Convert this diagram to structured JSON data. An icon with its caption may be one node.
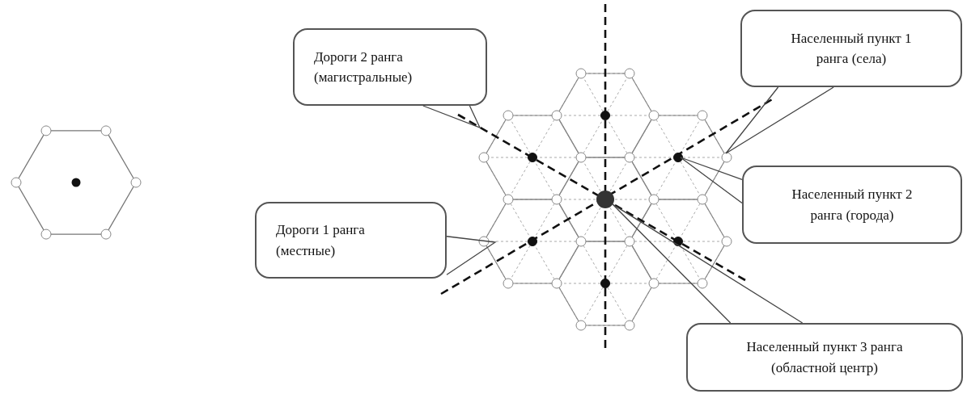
{
  "diagram": {
    "nodes": [
      {
        "text": [
          "Дороги 2 ранга (магистральные)"
        ]
      },
      {
        "text": [
          "Населенный пункт 1 ранга (села)"
        ]
      },
      {
        "text": [
          "Населенный пункт 2 ранга (города)"
        ]
      },
      {
        "text": [
          "Дороги 1 ранга (местные)"
        ]
      },
      {
        "text": [
          "Населенный пункт 3 ранга (областной центр)"
        ]
      }
    ],
    "edges": [
      {
        "from": 0,
        "to": null,
        "arrow": "none"
      },
      {
        "from": 1,
        "to": null,
        "arrow": "none"
      },
      {
        "from": 2,
        "to": null,
        "arrow": "none"
      },
      {
        "from": 3,
        "to": null,
        "arrow": "none"
      },
      {
        "from": 4,
        "to": null,
        "arrow": "none"
      }
    ]
  }
}
